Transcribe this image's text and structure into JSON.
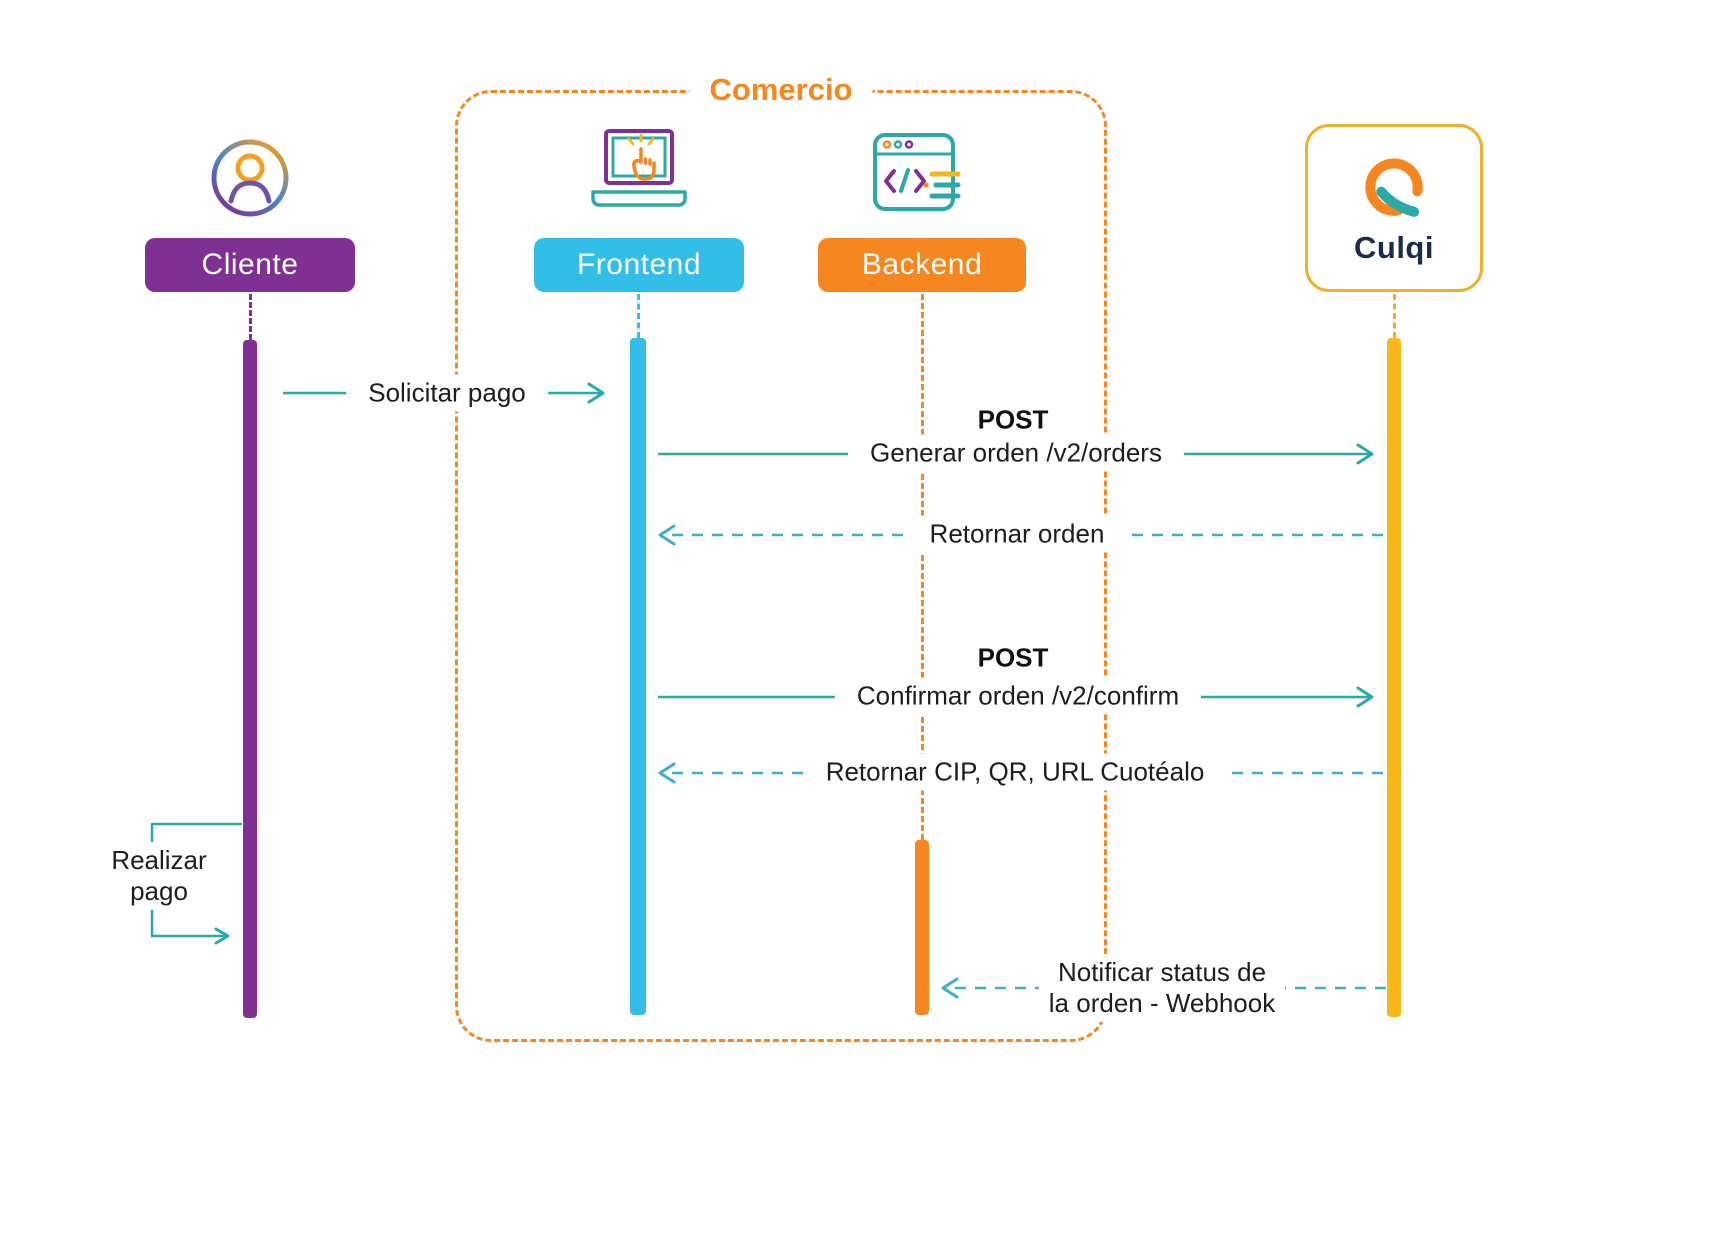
{
  "diagram": {
    "group": {
      "label": "Comercio"
    },
    "actors": {
      "cliente": {
        "label": "Cliente",
        "icon": "person-icon"
      },
      "frontend": {
        "label": "Frontend",
        "icon": "laptop-click-icon"
      },
      "backend": {
        "label": "Backend",
        "icon": "code-window-icon"
      },
      "culqi": {
        "label": "Culqi",
        "icon": "culqi-logo"
      }
    },
    "messages": {
      "solicitar_pago": {
        "text": "Solicitar pago",
        "from": "Cliente",
        "to": "Frontend",
        "style": "solid"
      },
      "generar_orden": {
        "method": "POST",
        "text": "Generar orden /v2/orders",
        "from": "Frontend",
        "to": "Culqi",
        "style": "solid"
      },
      "retornar_orden": {
        "text": "Retornar orden",
        "from": "Culqi",
        "to": "Frontend",
        "style": "dashed"
      },
      "confirmar_orden": {
        "method": "POST",
        "text": "Confirmar orden /v2/confirm",
        "from": "Frontend",
        "to": "Culqi",
        "style": "solid"
      },
      "retornar_cip": {
        "text": "Retornar CIP, QR, URL Cuotéalo",
        "from": "Culqi",
        "to": "Frontend",
        "style": "dashed"
      },
      "realizar_pago": {
        "line1": "Realizar",
        "line2": "pago",
        "from": "Cliente",
        "to": "Cliente",
        "style": "self"
      },
      "notificar_status": {
        "line1": "Notificar status de",
        "line2": "la orden - Webhook",
        "from": "Culqi",
        "to": "Backend",
        "style": "dashed"
      }
    },
    "colors": {
      "purple": "#7E3192",
      "cyan": "#33BEE8",
      "orange": "#F6861F",
      "yellow": "#F7B917",
      "teal_solid": "#2BA9A6",
      "teal_dashed": "#3FAFC6",
      "navy": "#1B2B4B"
    }
  }
}
